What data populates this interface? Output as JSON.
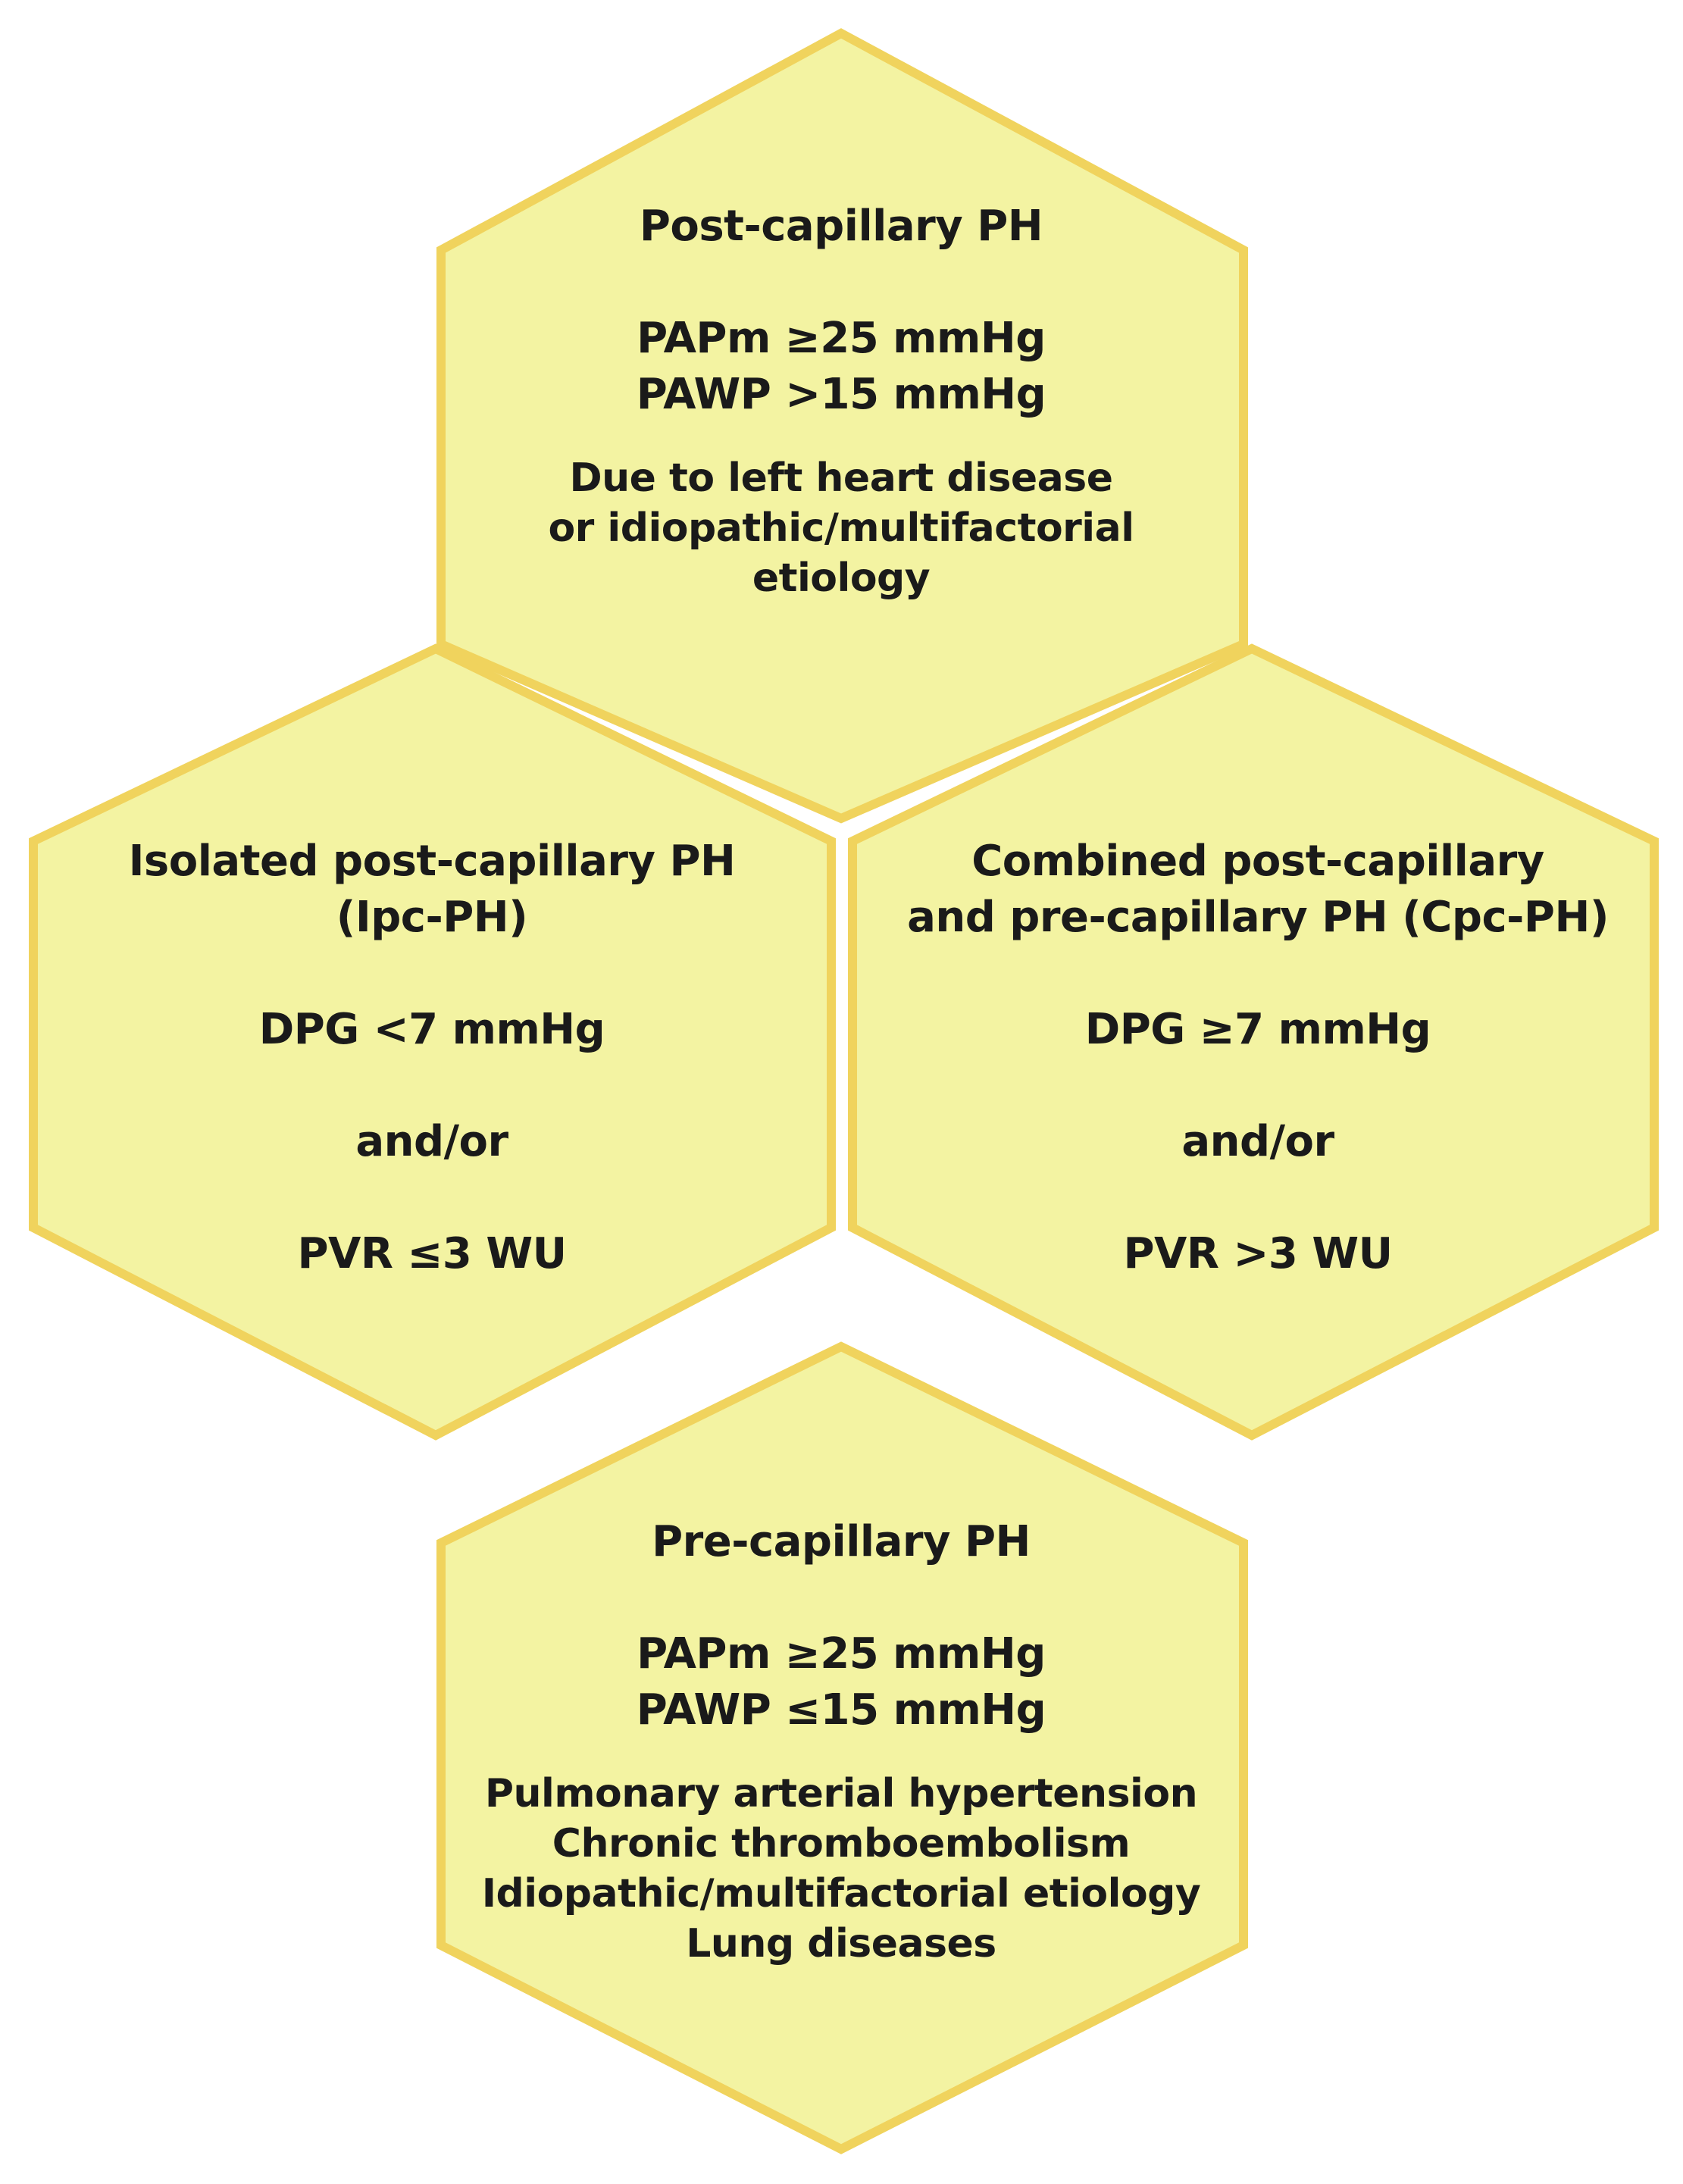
{
  "hexagons": {
    "top": {
      "title": "Post-capillary PH",
      "criteria": [
        "PAPm ≥25 mmHg",
        "PAWP >15 mmHg"
      ],
      "description": [
        "Due to left heart disease",
        "or idiopathic/multifactorial",
        "etiology"
      ]
    },
    "left": {
      "title": [
        "Isolated post-capillary PH",
        "(Ipc-PH)"
      ],
      "criterion_1": "DPG <7 mmHg",
      "connector": "and/or",
      "criterion_2": "PVR ≤3 WU"
    },
    "right": {
      "title": [
        "Combined post-capillary",
        "and pre-capillary PH (Cpc-PH)"
      ],
      "criterion_1": "DPG ≥7 mmHg",
      "connector": "and/or",
      "criterion_2": "PVR >3 WU"
    },
    "bottom": {
      "title": "Pre-capillary PH",
      "criteria": [
        "PAPm ≥25 mmHg",
        "PAWP ≤15 mmHg"
      ],
      "description": [
        "Pulmonary arterial hypertension",
        "Chronic thromboembolism",
        "Idiopathic/multifactorial etiology",
        "Lung diseases"
      ]
    }
  },
  "colors": {
    "hex_fill": "#f3f3a2",
    "hex_border": "#f0d35d",
    "text": "#1a1a1a"
  }
}
